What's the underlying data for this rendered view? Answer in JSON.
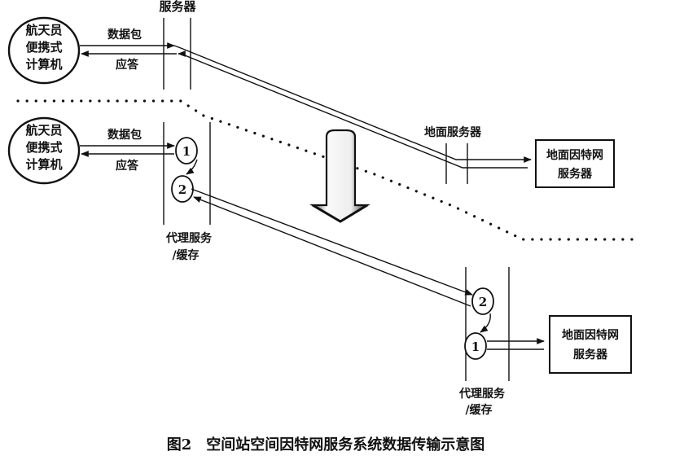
{
  "top": {
    "server_label": "服务器",
    "astronaut_lines": [
      "航天员",
      "便携式",
      "计算机"
    ],
    "packet_label": "数据包",
    "reply_label": "应答"
  },
  "ground_server_top": {
    "label": "地面服务器",
    "box_lines": [
      "地面因特网",
      "服务器"
    ]
  },
  "bottom": {
    "astronaut_lines": [
      "航天员",
      "便携式",
      "计算机"
    ],
    "packet_label": "数据包",
    "reply_label": "应答",
    "proxy_left_lines": [
      "代理服务",
      "/缓存"
    ],
    "proxy_right_lines": [
      "代理服务",
      "/缓存"
    ],
    "ground_box_lines": [
      "地面因特网",
      "服务器"
    ],
    "step_one": "1",
    "step_two": "2"
  },
  "caption": "图2　空间站空间因特网服务系统数据传输示意图"
}
